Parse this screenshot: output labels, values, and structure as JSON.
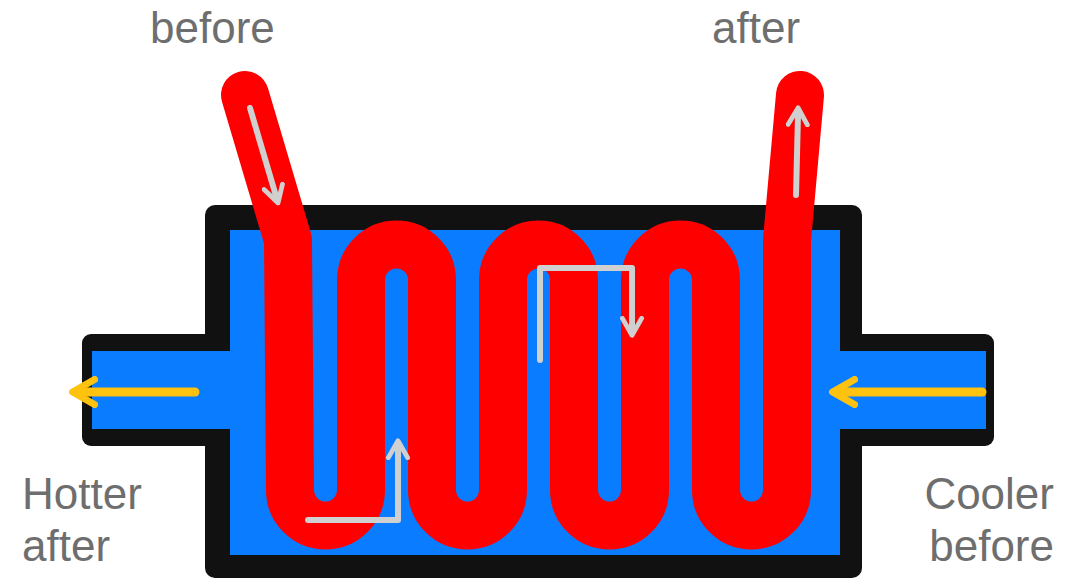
{
  "diagram": {
    "labels": [
      "before",
      "after",
      "Hotter after",
      "Cooler before"
    ]
  }
}
